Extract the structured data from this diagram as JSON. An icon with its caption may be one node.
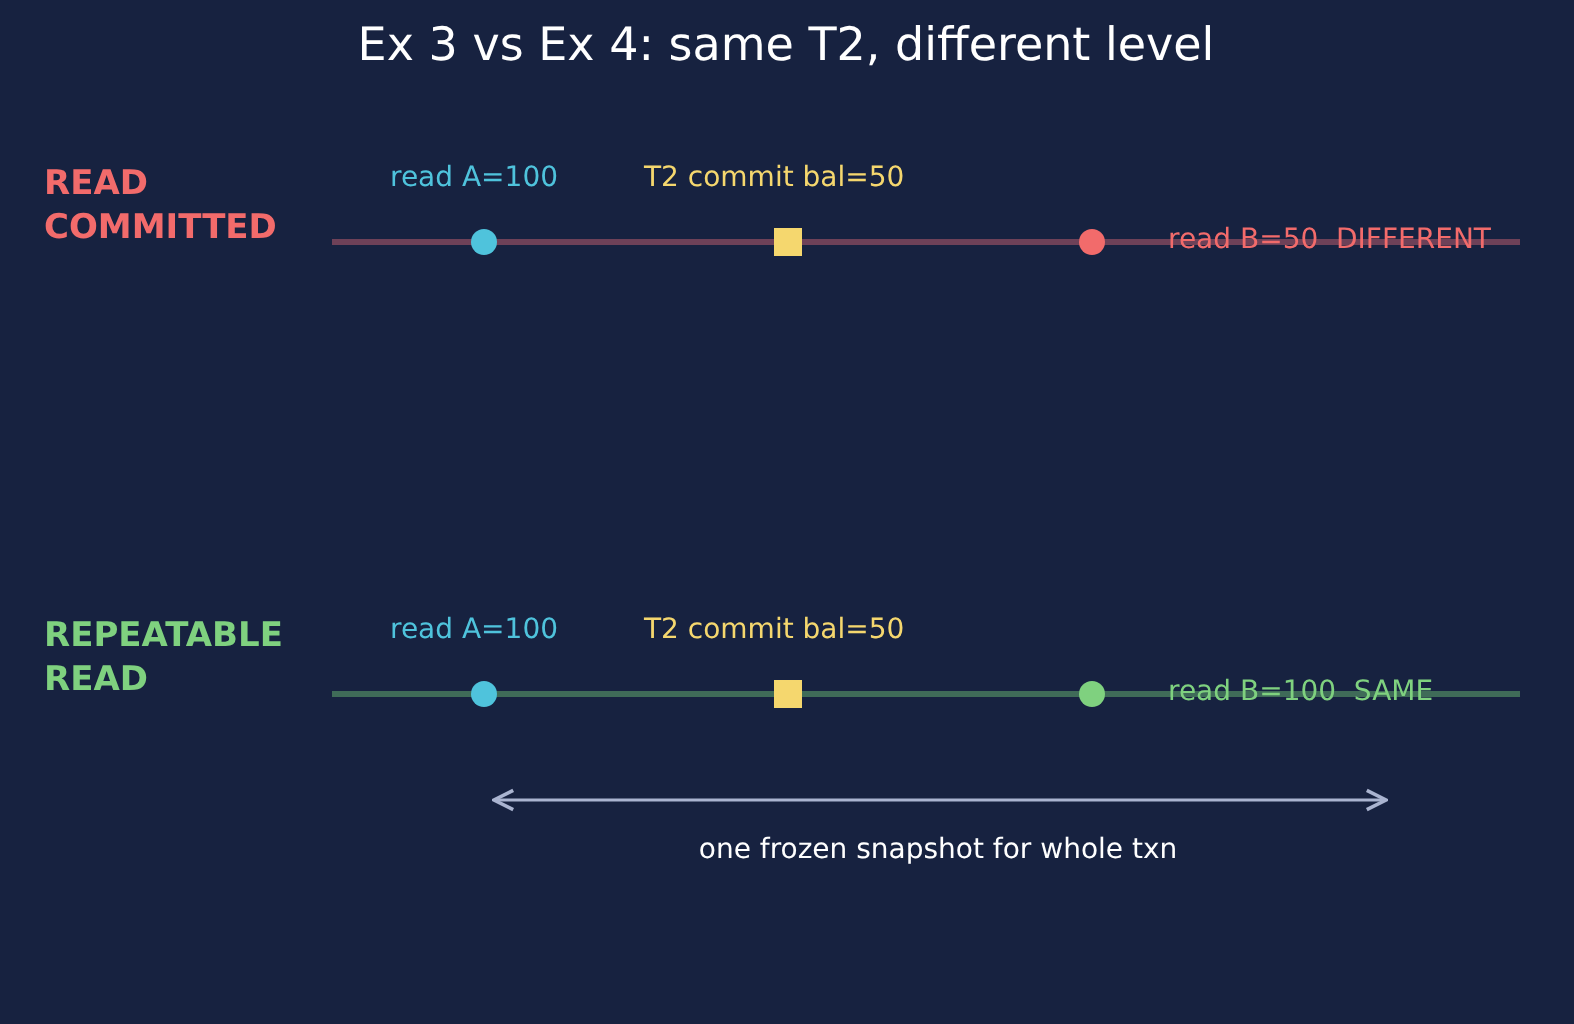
{
  "diagram": {
    "title": "Ex 3 vs Ex 4: same T2, different level",
    "labels": [
      "READ COMMITTED",
      "read A=100",
      "T2 commit bal=50",
      "read B=50  DIFFERENT",
      "REPEATABLE READ",
      "read A=100",
      "T2 commit bal=50",
      "read B=100  SAME",
      "one frozen snapshot for whole txn"
    ]
  }
}
